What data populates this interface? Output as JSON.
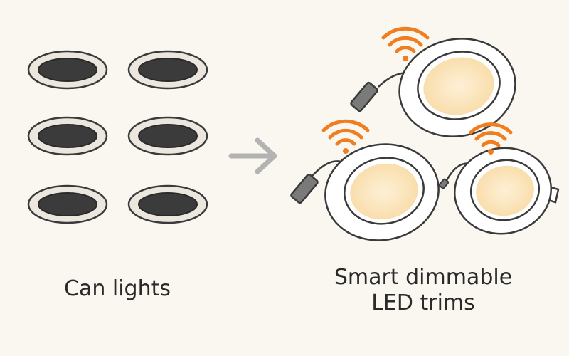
{
  "left_caption": "Can lights",
  "right_caption_line1": "Smart dimmable",
  "right_caption_line2": "LED trims",
  "colors": {
    "background": "#faf7f0",
    "outline": "#3a3a3a",
    "can_rim": "#ece7de",
    "can_hole": "#3b3b3b",
    "arrow": "#b3b3b3",
    "wifi": "#f07d1f",
    "lens_glow": "#fbe3b6",
    "trim_white": "#ffffff"
  },
  "icons": [
    "can-light-icon",
    "arrow-right-icon",
    "led-trim-icon",
    "wifi-icon",
    "driver-box-icon"
  ]
}
